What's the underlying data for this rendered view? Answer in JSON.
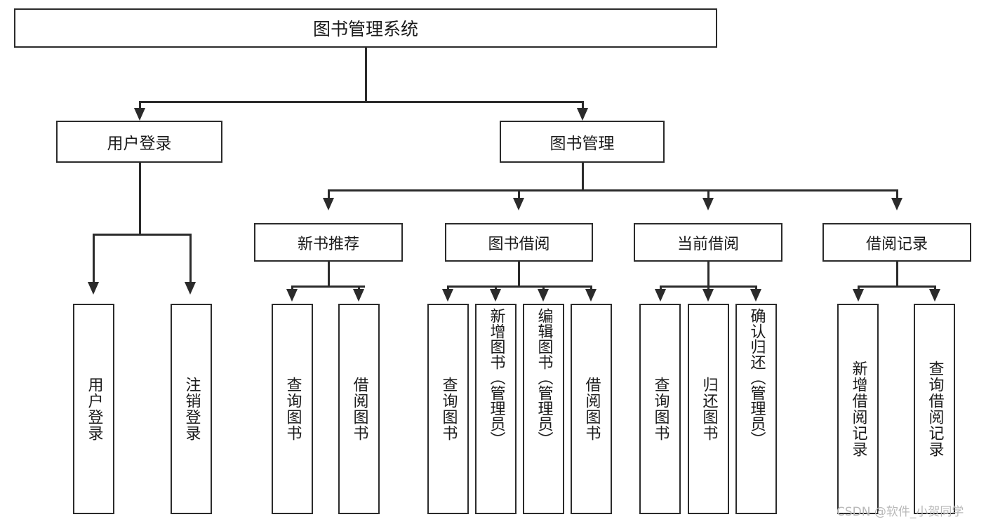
{
  "diagram": {
    "title": "图书管理系统",
    "root": {
      "label": "图书管理系统"
    },
    "level1": [
      {
        "label": "用户登录"
      },
      {
        "label": "图书管理"
      }
    ],
    "level2": [
      {
        "label": "新书推荐"
      },
      {
        "label": "图书借阅"
      },
      {
        "label": "当前借阅"
      },
      {
        "label": "借阅记录"
      }
    ],
    "leaves": {
      "user_login": [
        {
          "label": "用户登录"
        },
        {
          "label": "注销登录"
        }
      ],
      "new_book_recommend": [
        {
          "label": "查询图书"
        },
        {
          "label": "借阅图书"
        }
      ],
      "book_borrow": [
        {
          "label": "查询图书"
        },
        {
          "label": "新增图书（管理员）"
        },
        {
          "label": "编辑图书（管理员）"
        },
        {
          "label": "借阅图书"
        }
      ],
      "current_borrow": [
        {
          "label": "查询图书"
        },
        {
          "label": "归还图书"
        },
        {
          "label": "确认归还（管理员）"
        }
      ],
      "borrow_record": [
        {
          "label": "新增借阅记录"
        },
        {
          "label": "查询借阅记录"
        }
      ]
    }
  },
  "watermark": {
    "text": "CSDN @软件_小贺同学"
  },
  "colors": {
    "border": "#2b2b2b",
    "background": "#ffffff",
    "text": "#1b1b1b",
    "watermark": "#b9b9b9"
  }
}
